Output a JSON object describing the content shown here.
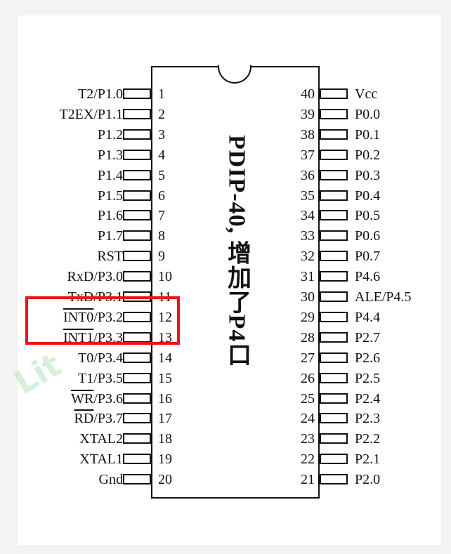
{
  "chip": {
    "label": "PDIP-40, 增加了P4口"
  },
  "watermark": "Lit",
  "pins_left": [
    {
      "num": "1",
      "name": "T2/P1.0"
    },
    {
      "num": "2",
      "name": "T2EX/P1.1"
    },
    {
      "num": "3",
      "name": "P1.2"
    },
    {
      "num": "4",
      "name": "P1.3"
    },
    {
      "num": "5",
      "name": "P1.4"
    },
    {
      "num": "6",
      "name": "P1.5"
    },
    {
      "num": "7",
      "name": "P1.6"
    },
    {
      "num": "8",
      "name": "P1.7"
    },
    {
      "num": "9",
      "name": "RST"
    },
    {
      "num": "10",
      "name": "RxD/P3.0"
    },
    {
      "num": "11",
      "name": "TxD/P3.1"
    },
    {
      "num": "12",
      "name": "INT0/P3.2",
      "bar": "INT0",
      "rest": "/P3.2"
    },
    {
      "num": "13",
      "name": "INT1/P3.3",
      "bar": "INT1",
      "rest": "/P3.3"
    },
    {
      "num": "14",
      "name": "T0/P3.4"
    },
    {
      "num": "15",
      "name": "T1/P3.5"
    },
    {
      "num": "16",
      "name": "WR/P3.6",
      "bar": "WR",
      "rest": "/P3.6"
    },
    {
      "num": "17",
      "name": "RD/P3.7",
      "bar": "RD",
      "rest": "/P3.7"
    },
    {
      "num": "18",
      "name": "XTAL2"
    },
    {
      "num": "19",
      "name": "XTAL1"
    },
    {
      "num": "20",
      "name": "Gnd"
    }
  ],
  "pins_right": [
    {
      "num": "40",
      "name": "Vcc"
    },
    {
      "num": "39",
      "name": "P0.0"
    },
    {
      "num": "38",
      "name": "P0.1"
    },
    {
      "num": "37",
      "name": "P0.2"
    },
    {
      "num": "36",
      "name": "P0.3"
    },
    {
      "num": "35",
      "name": "P0.4"
    },
    {
      "num": "34",
      "name": "P0.5"
    },
    {
      "num": "33",
      "name": "P0.6"
    },
    {
      "num": "32",
      "name": "P0.7"
    },
    {
      "num": "31",
      "name": "P4.6"
    },
    {
      "num": "30",
      "name": "ALE/P4.5"
    },
    {
      "num": "29",
      "name": "P4.4"
    },
    {
      "num": "28",
      "name": "P2.7"
    },
    {
      "num": "27",
      "name": "P2.6"
    },
    {
      "num": "26",
      "name": "P2.5"
    },
    {
      "num": "25",
      "name": "P2.4"
    },
    {
      "num": "24",
      "name": "P2.3"
    },
    {
      "num": "23",
      "name": "P2.2"
    },
    {
      "num": "22",
      "name": "P2.1"
    },
    {
      "num": "21",
      "name": "P2.0"
    }
  ],
  "highlight": {
    "color": "#e8141b",
    "pins": [
      "12",
      "13"
    ]
  }
}
